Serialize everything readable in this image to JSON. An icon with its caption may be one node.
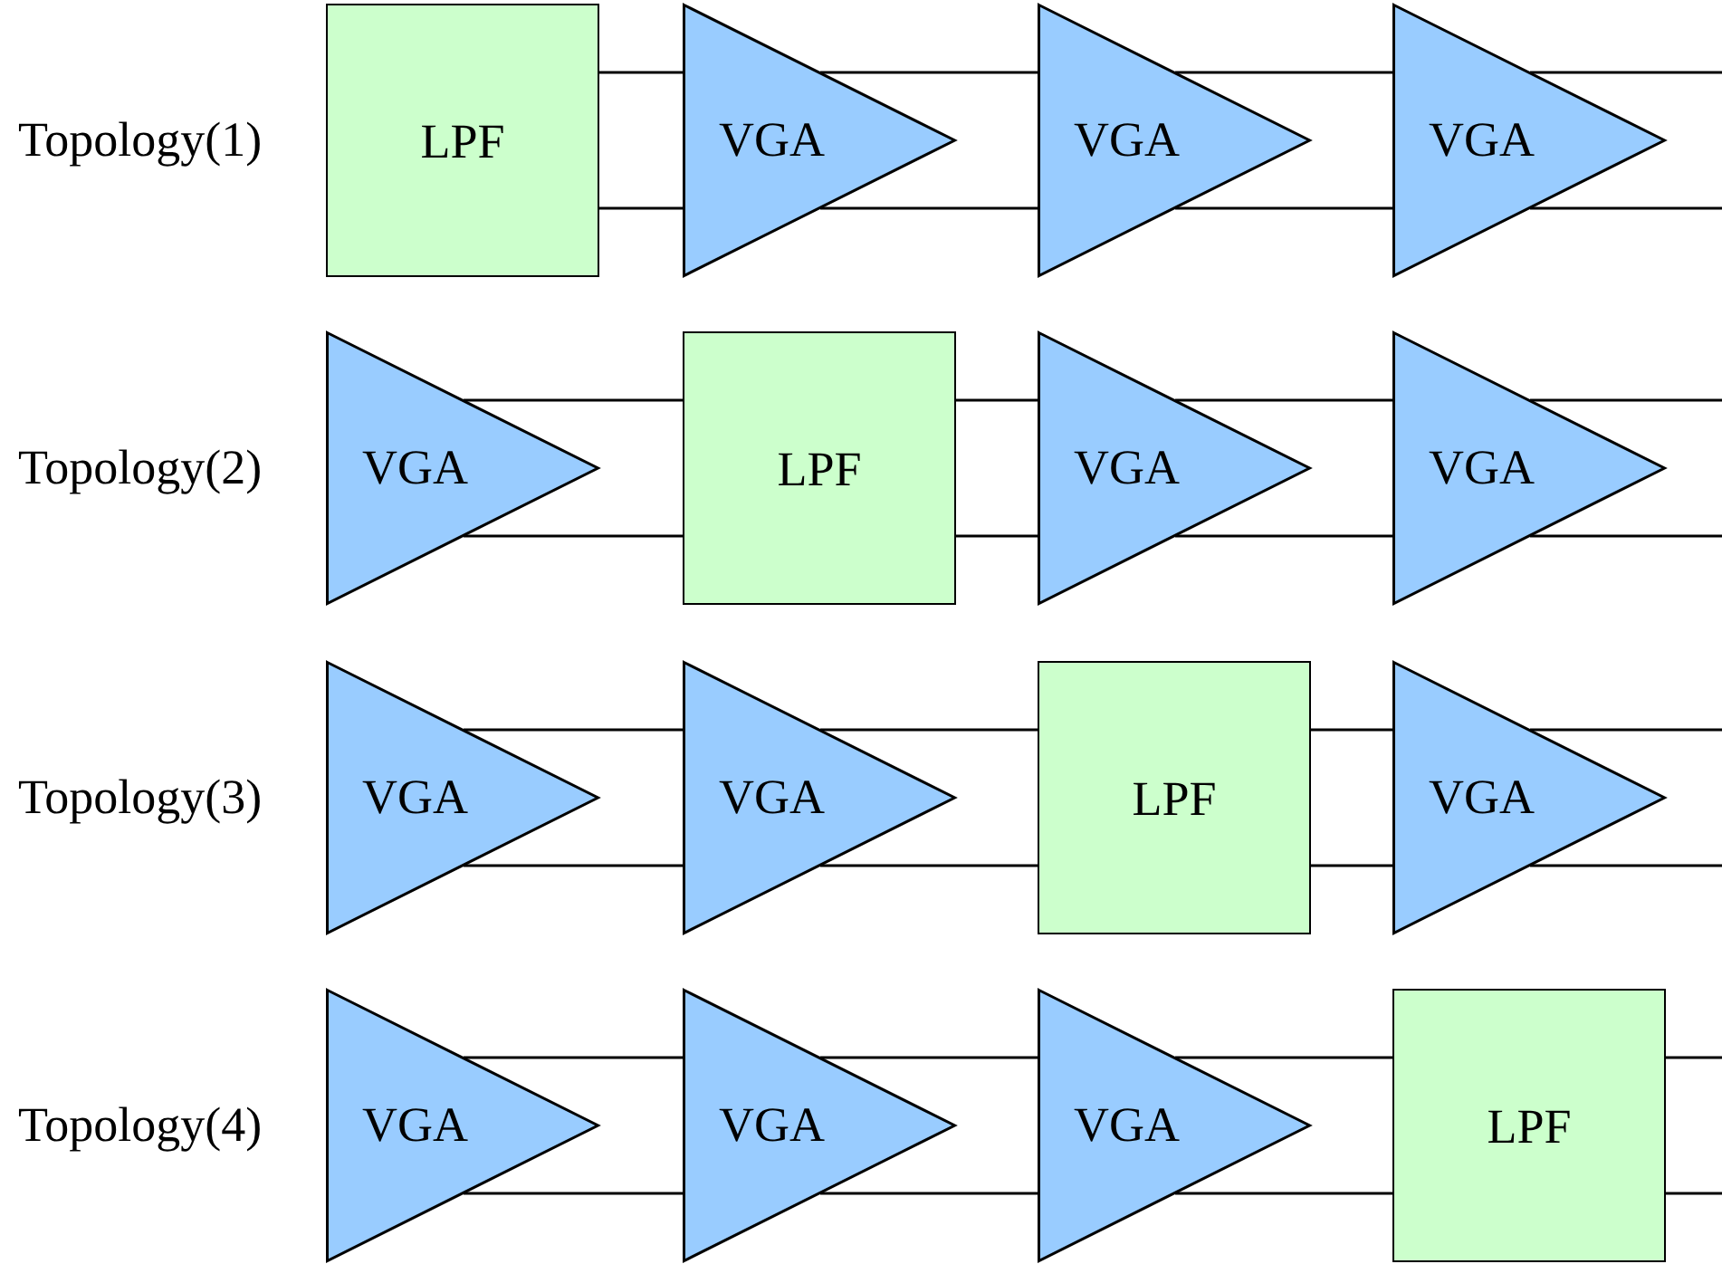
{
  "diagram": {
    "nodes": [
      {
        "text": [
          "LPF"
        ]
      },
      {
        "text": [
          "VGA"
        ]
      },
      {
        "text": [
          "VGA"
        ]
      },
      {
        "text": [
          "VGA"
        ]
      },
      {
        "text": [
          "VGA"
        ]
      },
      {
        "text": [
          "LPF"
        ]
      },
      {
        "text": [
          "VGA"
        ]
      },
      {
        "text": [
          "VGA"
        ]
      },
      {
        "text": [
          "VGA"
        ]
      },
      {
        "text": [
          "VGA"
        ]
      },
      {
        "text": [
          "LPF"
        ]
      },
      {
        "text": [
          "VGA"
        ]
      },
      {
        "text": [
          "VGA"
        ]
      },
      {
        "text": [
          "VGA"
        ]
      },
      {
        "text": [
          "VGA"
        ]
      },
      {
        "text": [
          "LPF"
        ]
      }
    ],
    "edges": [
      {
        "from": 0,
        "to": 1,
        "arrow": "none"
      },
      {
        "from": 0,
        "to": 1,
        "arrow": "none"
      },
      {
        "from": 1,
        "to": 2,
        "arrow": "none"
      },
      {
        "from": 1,
        "to": 2,
        "arrow": "none"
      },
      {
        "from": 2,
        "to": 3,
        "arrow": "none"
      },
      {
        "from": 2,
        "to": 3,
        "arrow": "none"
      },
      {
        "from": 3,
        "to": null,
        "arrow": "none"
      },
      {
        "from": 3,
        "to": null,
        "arrow": "none"
      },
      {
        "from": 4,
        "to": 5,
        "arrow": "none"
      },
      {
        "from": 4,
        "to": 5,
        "arrow": "none"
      },
      {
        "from": 5,
        "to": 6,
        "arrow": "none"
      },
      {
        "from": 5,
        "to": 6,
        "arrow": "none"
      },
      {
        "from": 6,
        "to": 7,
        "arrow": "none"
      },
      {
        "from": 6,
        "to": 7,
        "arrow": "none"
      },
      {
        "from": 7,
        "to": null,
        "arrow": "none"
      },
      {
        "from": 7,
        "to": null,
        "arrow": "none"
      },
      {
        "from": 8,
        "to": 9,
        "arrow": "none"
      },
      {
        "from": 8,
        "to": 9,
        "arrow": "none"
      },
      {
        "from": 9,
        "to": 10,
        "arrow": "none"
      },
      {
        "from": 9,
        "to": 10,
        "arrow": "none"
      },
      {
        "from": 10,
        "to": 11,
        "arrow": "none"
      },
      {
        "from": 10,
        "to": 11,
        "arrow": "none"
      },
      {
        "from": 11,
        "to": null,
        "arrow": "none"
      },
      {
        "from": 11,
        "to": null,
        "arrow": "none"
      },
      {
        "from": 12,
        "to": 13,
        "arrow": "none"
      },
      {
        "from": 12,
        "to": 13,
        "arrow": "none"
      },
      {
        "from": 13,
        "to": 14,
        "arrow": "none"
      },
      {
        "from": 13,
        "to": 14,
        "arrow": "none"
      },
      {
        "from": 14,
        "to": 15,
        "arrow": "none"
      },
      {
        "from": 14,
        "to": 15,
        "arrow": "none"
      },
      {
        "from": 15,
        "to": null,
        "arrow": "none"
      },
      {
        "from": 15,
        "to": null,
        "arrow": "none"
      }
    ],
    "labels": [
      "Topology(1)",
      "Topology(2)",
      "Topology(3)",
      "Topology(4)"
    ]
  }
}
